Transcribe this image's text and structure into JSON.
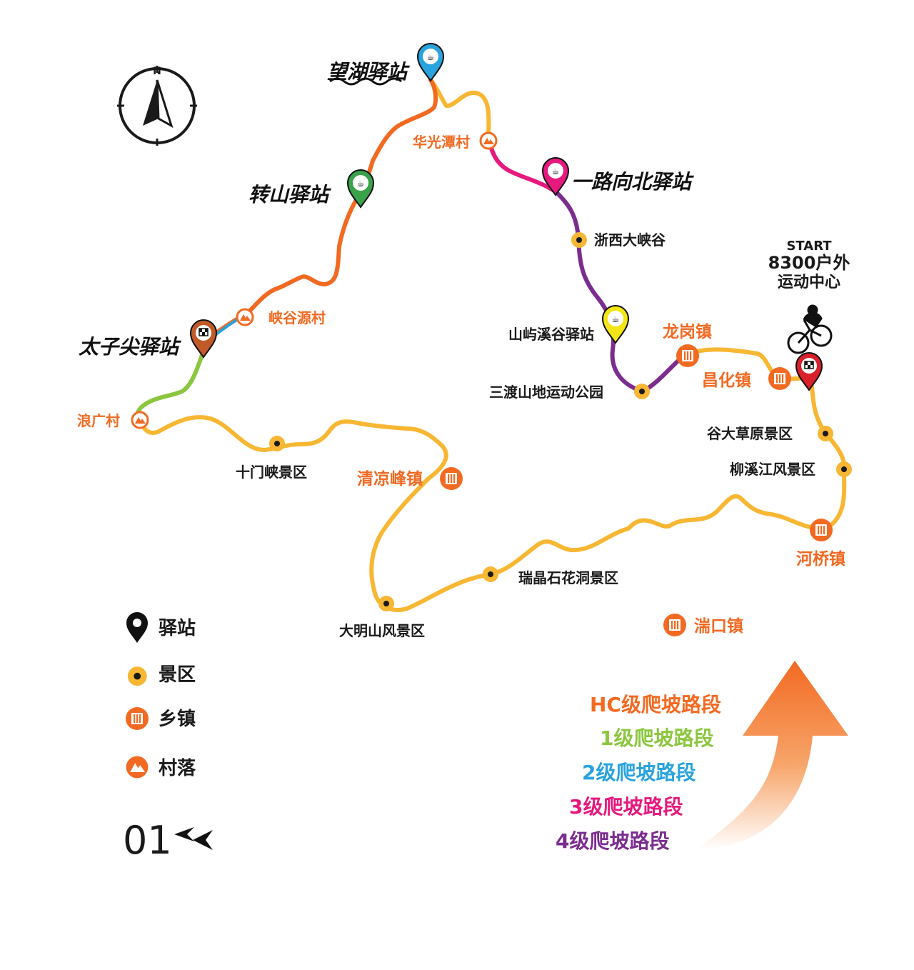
{
  "compass": {
    "north_label": "N"
  },
  "start": {
    "word": "START",
    "line1": "8300户外",
    "line2": "运动中心"
  },
  "stations": {
    "wanghu": "望湖驿站",
    "zhuanshan": "转山驿站",
    "yilu": "一路向北驿站",
    "taizi": "太子尖驿站",
    "shanyu": "山屿溪谷驿站"
  },
  "villages": {
    "huaguangtan": "华光潭村",
    "xiaguyuan": "峡谷源村",
    "langguang": "浪广村"
  },
  "towns": {
    "longgang": "龙岗镇",
    "changhua": "昌化镇",
    "qingliangfeng": "清凉峰镇",
    "heqiao": "河桥镇",
    "tuankou": "湍口镇"
  },
  "scenic": {
    "zhexi": "浙西大峡谷",
    "sandu": "三渡山地运动公园",
    "guda": "谷大草原景区",
    "liuxi": "柳溪江风景区",
    "shimen": "十门峡景区",
    "ruijing": "瑞晶石花洞景区",
    "daming": "大明山风景区"
  },
  "legend": {
    "station": "驿站",
    "scenic": "景区",
    "town": "乡镇",
    "village": "村落"
  },
  "climb_legend": [
    {
      "label": "HC级爬坡路段",
      "color": "#f26a22"
    },
    {
      "label": "1级爬坡路段",
      "color": "#8cc63f"
    },
    {
      "label": "2级爬坡路段",
      "color": "#29a3dd"
    },
    {
      "label": "3级爬坡路段",
      "color": "#e5197e"
    },
    {
      "label": "4级爬坡路段",
      "color": "#7b2d8f"
    }
  ],
  "page": {
    "number": "01",
    "arrows": "◀◀"
  },
  "colors": {
    "route_base": "#f7b733",
    "hc": "#f26a22",
    "cat1": "#8cc63f",
    "cat2": "#29a3dd",
    "cat3": "#e5197e",
    "cat4": "#7b2d8f",
    "accent_orange": "#f26a22"
  }
}
